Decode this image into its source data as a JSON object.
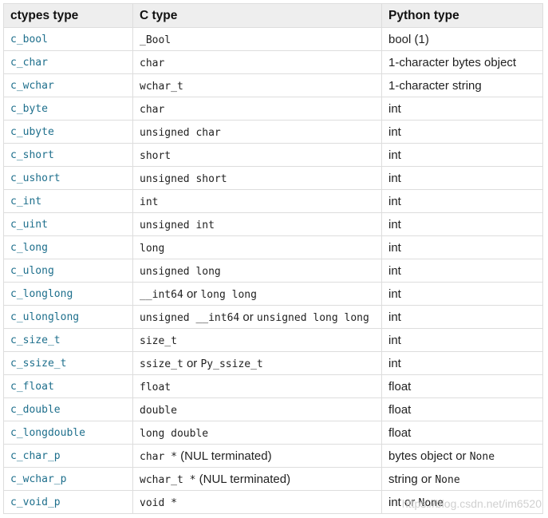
{
  "headers": [
    "ctypes type",
    "C type",
    "Python type"
  ],
  "rows": [
    {
      "ctype": "c_bool",
      "c": [
        {
          "t": "_Bool",
          "m": true
        }
      ],
      "py": [
        {
          "t": "bool (1)",
          "m": false
        }
      ]
    },
    {
      "ctype": "c_char",
      "c": [
        {
          "t": "char",
          "m": true
        }
      ],
      "py": [
        {
          "t": "1-character bytes object",
          "m": false
        }
      ]
    },
    {
      "ctype": "c_wchar",
      "c": [
        {
          "t": "wchar_t",
          "m": true
        }
      ],
      "py": [
        {
          "t": "1-character string",
          "m": false
        }
      ]
    },
    {
      "ctype": "c_byte",
      "c": [
        {
          "t": "char",
          "m": true
        }
      ],
      "py": [
        {
          "t": "int",
          "m": false
        }
      ]
    },
    {
      "ctype": "c_ubyte",
      "c": [
        {
          "t": "unsigned char",
          "m": true
        }
      ],
      "py": [
        {
          "t": "int",
          "m": false
        }
      ]
    },
    {
      "ctype": "c_short",
      "c": [
        {
          "t": "short",
          "m": true
        }
      ],
      "py": [
        {
          "t": "int",
          "m": false
        }
      ]
    },
    {
      "ctype": "c_ushort",
      "c": [
        {
          "t": "unsigned short",
          "m": true
        }
      ],
      "py": [
        {
          "t": "int",
          "m": false
        }
      ]
    },
    {
      "ctype": "c_int",
      "c": [
        {
          "t": "int",
          "m": true
        }
      ],
      "py": [
        {
          "t": "int",
          "m": false
        }
      ]
    },
    {
      "ctype": "c_uint",
      "c": [
        {
          "t": "unsigned int",
          "m": true
        }
      ],
      "py": [
        {
          "t": "int",
          "m": false
        }
      ]
    },
    {
      "ctype": "c_long",
      "c": [
        {
          "t": "long",
          "m": true
        }
      ],
      "py": [
        {
          "t": "int",
          "m": false
        }
      ]
    },
    {
      "ctype": "c_ulong",
      "c": [
        {
          "t": "unsigned long",
          "m": true
        }
      ],
      "py": [
        {
          "t": "int",
          "m": false
        }
      ]
    },
    {
      "ctype": "c_longlong",
      "c": [
        {
          "t": "__int64",
          "m": true
        },
        {
          "t": " or ",
          "m": false
        },
        {
          "t": "long long",
          "m": true
        }
      ],
      "py": [
        {
          "t": "int",
          "m": false
        }
      ]
    },
    {
      "ctype": "c_ulonglong",
      "c": [
        {
          "t": "unsigned __int64",
          "m": true
        },
        {
          "t": " or ",
          "m": false
        },
        {
          "t": "unsigned long long",
          "m": true
        }
      ],
      "py": [
        {
          "t": "int",
          "m": false
        }
      ]
    },
    {
      "ctype": "c_size_t",
      "c": [
        {
          "t": "size_t",
          "m": true
        }
      ],
      "py": [
        {
          "t": "int",
          "m": false
        }
      ]
    },
    {
      "ctype": "c_ssize_t",
      "c": [
        {
          "t": "ssize_t",
          "m": true
        },
        {
          "t": " or ",
          "m": false
        },
        {
          "t": "Py_ssize_t",
          "m": true
        }
      ],
      "py": [
        {
          "t": "int",
          "m": false
        }
      ]
    },
    {
      "ctype": "c_float",
      "c": [
        {
          "t": "float",
          "m": true
        }
      ],
      "py": [
        {
          "t": "float",
          "m": false
        }
      ]
    },
    {
      "ctype": "c_double",
      "c": [
        {
          "t": "double",
          "m": true
        }
      ],
      "py": [
        {
          "t": "float",
          "m": false
        }
      ]
    },
    {
      "ctype": "c_longdouble",
      "c": [
        {
          "t": "long double",
          "m": true
        }
      ],
      "py": [
        {
          "t": "float",
          "m": false
        }
      ]
    },
    {
      "ctype": "c_char_p",
      "c": [
        {
          "t": "char *",
          "m": true
        },
        {
          "t": " (NUL terminated)",
          "m": false
        }
      ],
      "py": [
        {
          "t": "bytes object or ",
          "m": false
        },
        {
          "t": "None",
          "m": true
        }
      ]
    },
    {
      "ctype": "c_wchar_p",
      "c": [
        {
          "t": "wchar_t *",
          "m": true
        },
        {
          "t": " (NUL terminated)",
          "m": false
        }
      ],
      "py": [
        {
          "t": "string or ",
          "m": false
        },
        {
          "t": "None",
          "m": true
        }
      ]
    },
    {
      "ctype": "c_void_p",
      "c": [
        {
          "t": "void *",
          "m": true
        }
      ],
      "py": [
        {
          "t": "int or ",
          "m": false
        },
        {
          "t": "None",
          "m": true
        }
      ]
    }
  ],
  "watermark": "https://blog.csdn.net/im6520"
}
